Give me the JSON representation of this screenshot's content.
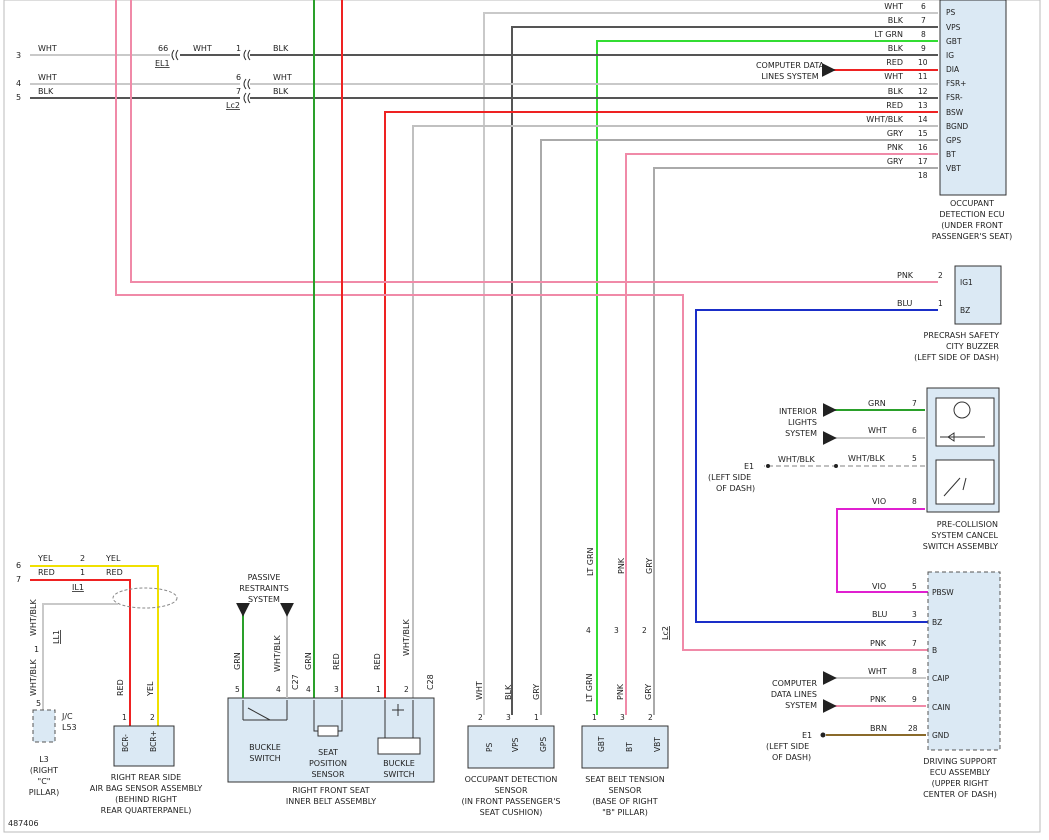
{
  "figure_id": "487406",
  "wire_colors": {
    "WHT": "#c9c9c9",
    "BLK": "#444444",
    "LT GRN": "#33dd33",
    "GRN": "#2aa02a",
    "RED": "#ee2222",
    "GRY": "#aaaaaa",
    "PNK": "#f08aa8",
    "WHT/BLK": "#c0c0c0",
    "BLU": "#1a2ec8",
    "VIO": "#e020d0",
    "YEL": "#f0e000",
    "BRN": "#8a6a2a"
  },
  "components": {
    "occupant_ecu": {
      "caption": [
        "OCCUPANT",
        "DETECTION ECU",
        "(UNDER FRONT",
        "PASSENGER'S SEAT)"
      ],
      "pins": [
        {
          "n": "6",
          "name": "PS",
          "wire": "WHT"
        },
        {
          "n": "7",
          "name": "VPS",
          "wire": "BLK"
        },
        {
          "n": "8",
          "name": "GBT",
          "wire": "LT GRN"
        },
        {
          "n": "9",
          "name": "IG",
          "wire": "BLK"
        },
        {
          "n": "10",
          "name": "DIA",
          "wire": "RED"
        },
        {
          "n": "11",
          "name": "FSR+",
          "wire": "WHT"
        },
        {
          "n": "12",
          "name": "FSR-",
          "wire": "BLK"
        },
        {
          "n": "13",
          "name": "BSW",
          "wire": "RED"
        },
        {
          "n": "14",
          "name": "BGND",
          "wire": "WHT/BLK"
        },
        {
          "n": "15",
          "name": "GPS",
          "wire": "GRY"
        },
        {
          "n": "16",
          "name": "BT",
          "wire": "PNK"
        },
        {
          "n": "17",
          "name": "VBT",
          "wire": "GRY"
        },
        {
          "n": "18",
          "name": "",
          "wire": ""
        }
      ]
    },
    "buzzer": {
      "caption": [
        "PRECRASH SAFETY",
        "CITY BUZZER",
        "(LEFT SIDE OF DASH)"
      ],
      "pins": [
        {
          "n": "2",
          "name": "IG1",
          "wire": "PNK"
        },
        {
          "n": "1",
          "name": "BZ",
          "wire": "BLU"
        }
      ]
    },
    "cancel_switch": {
      "caption": [
        "PRE-COLLISION",
        "SYSTEM CANCEL",
        "SWITCH ASSEMBLY"
      ],
      "pins": [
        {
          "n": "7",
          "wire": "GRN"
        },
        {
          "n": "6",
          "wire": "WHT"
        },
        {
          "n": "5",
          "wire": "WHT/BLK"
        },
        {
          "n": "8",
          "wire": "VIO"
        }
      ]
    },
    "driving_ecu": {
      "caption": [
        "DRIVING SUPPORT",
        "ECU ASSEMBLY",
        "(UPPER RIGHT",
        "CENTER OF DASH)"
      ],
      "pins": [
        {
          "n": "5",
          "name": "PBSW",
          "wire": "VIO"
        },
        {
          "n": "3",
          "name": "BZ",
          "wire": "BLU"
        },
        {
          "n": "7",
          "name": "B",
          "wire": "PNK"
        },
        {
          "n": "8",
          "name": "CAIP",
          "wire": "WHT"
        },
        {
          "n": "9",
          "name": "CAIN",
          "wire": "PNK"
        },
        {
          "n": "28",
          "name": "GND",
          "wire": "BRN"
        }
      ]
    },
    "airbag_sensor": {
      "caption": [
        "RIGHT REAR SIDE",
        "AIR BAG SENSOR ASSEMBLY",
        "(BEHIND RIGHT",
        "REAR QUARTERPANEL)"
      ],
      "pins": [
        {
          "n": "1",
          "name": "BCR-",
          "wire": "RED"
        },
        {
          "n": "2",
          "name": "BCR+",
          "wire": "YEL"
        }
      ]
    },
    "seat_belt_assy": {
      "caption": [
        "RIGHT FRONT SEAT",
        "INNER BELT ASSEMBLY"
      ],
      "connectors": [
        "C27",
        "C28"
      ],
      "pins": [
        {
          "n": "5",
          "wire": "GRN"
        },
        {
          "n": "4",
          "wire": "WHT/BLK"
        },
        {
          "n": "4",
          "wire": "GRN"
        },
        {
          "n": "3",
          "wire": "RED"
        },
        {
          "n": "1",
          "wire": "RED"
        },
        {
          "n": "2",
          "wire": "WHT/BLK"
        }
      ],
      "sub_labels": {
        "buckle": [
          "BUCKLE",
          "SWITCH"
        ],
        "position": [
          "SEAT",
          "POSITION",
          "SENSOR"
        ],
        "buckle2": [
          "BUCKLE",
          "SWITCH"
        ]
      }
    },
    "occupant_sensor": {
      "caption": [
        "OCCUPANT DETECTION",
        "SENSOR",
        "(IN FRONT PASSENGER'S",
        "SEAT CUSHION)"
      ],
      "pins": [
        {
          "n": "2",
          "name": "PS",
          "wire": "WHT"
        },
        {
          "n": "3",
          "name": "VPS",
          "wire": "BLK"
        },
        {
          "n": "1",
          "name": "GPS",
          "wire": "GRY"
        }
      ]
    },
    "tension_sensor": {
      "caption": [
        "SEAT BELT TENSION",
        "SENSOR",
        "(BASE OF RIGHT",
        "\"B\" PILLAR)"
      ],
      "pins": [
        {
          "n": "1",
          "name": "GBT",
          "wire": "LT GRN"
        },
        {
          "n": "3",
          "name": "BT",
          "wire": "PNK"
        },
        {
          "n": "2",
          "name": "VBT",
          "wire": "GRY"
        }
      ]
    },
    "jc_l53": {
      "label": [
        "J/C",
        "L53"
      ],
      "ground": [
        "L3",
        "(RIGHT",
        "\"C\"",
        "PILLAR)"
      ]
    }
  },
  "annotations": {
    "computer_data_top": [
      "COMPUTER DATA",
      "LINES SYSTEM"
    ],
    "computer_data_bottom": [
      "COMPUTER",
      "DATA LINES",
      "SYSTEM"
    ],
    "interior_lights": [
      "INTERIOR",
      "LIGHTS",
      "SYSTEM"
    ],
    "passive_restraints": [
      "PASSIVE",
      "RESTRAINTS",
      "SYSTEM"
    ],
    "ground_e1_top": [
      "E1",
      "(LEFT SIDE",
      "OF DASH)"
    ],
    "ground_e1_bottom": [
      "E1",
      "(LEFT SIDE",
      "OF DASH)"
    ]
  },
  "connector_refs": [
    "EL1",
    "Lc2",
    "IL1",
    "LL1",
    "Lc2"
  ]
}
